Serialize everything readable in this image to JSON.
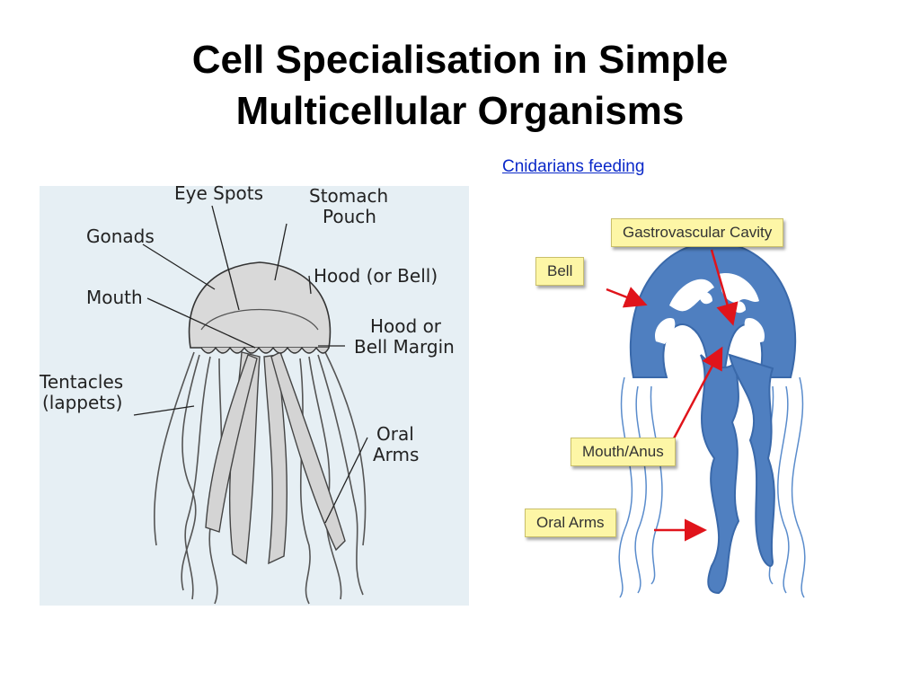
{
  "title": {
    "line1": "Cell Specialisation in  Simple",
    "line2": "Multicellular Organisms"
  },
  "link": {
    "text": "Cnidarians feeding"
  },
  "left_diagram": {
    "labels": {
      "eye_spots": "Eye Spots",
      "stomach_pouch_1": "Stomach",
      "stomach_pouch_2": "Pouch",
      "gonads": "Gonads",
      "hood_bell": "Hood (or Bell)",
      "mouth": "Mouth",
      "hood_margin_1": "Hood or",
      "hood_margin_2": "Bell Margin",
      "tentacles_1": "Tentacles",
      "tentacles_2": "(lappets)",
      "oral_arms_1": "Oral",
      "oral_arms_2": "Arms"
    }
  },
  "right_diagram": {
    "labels": {
      "gastrovascular": "Gastrovascular Cavity",
      "bell": "Bell",
      "mouth_anus": "Mouth/Anus",
      "oral_arms": "Oral Arms"
    },
    "colors": {
      "body": "#4f7fc0",
      "tentacle": "#5a8ccc",
      "arrow": "#e0141b",
      "callout": "#fdf6a6"
    }
  }
}
